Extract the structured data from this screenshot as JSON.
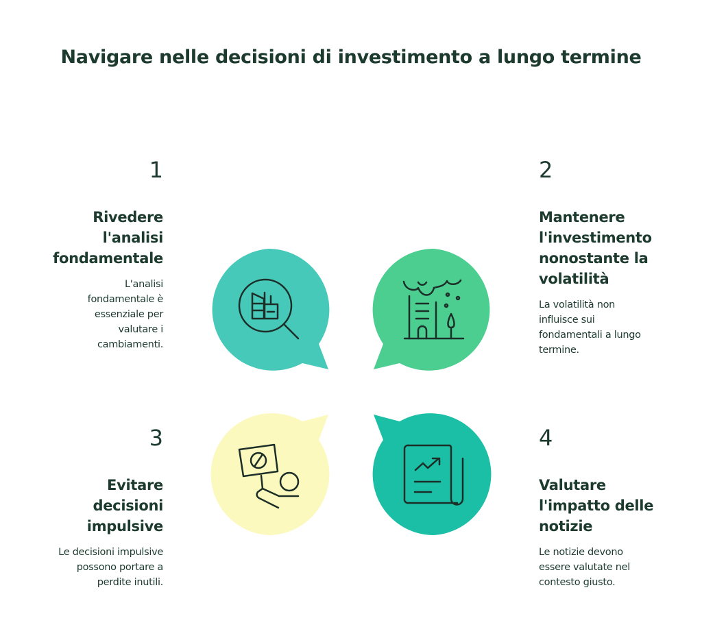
{
  "title": "Navigare nelle decisioni di investimento a lungo termine",
  "colors": {
    "step1": "#47c9ba",
    "step2": "#4bce90",
    "step3": "#fbf9bd",
    "step4": "#1bbfa5",
    "text": "#1c3a2e"
  },
  "steps": [
    {
      "number": "1",
      "heading": "Rivedere\nl'analisi\nfondamentale",
      "body": "L'analisi\nfondamentale è\nessenziale per\nvalutare i\ncambiamenti.",
      "icon": "magnifier-buildings-icon"
    },
    {
      "number": "2",
      "heading": "Mantenere\nl'investimento\nnonostante la\nvolatilità",
      "body": "La volatilità non\ninfluisce sui\nfondamentali a lungo\ntermine.",
      "icon": "building-storm-icon"
    },
    {
      "number": "3",
      "heading": "Evitare\ndecisioni\nimpulsive",
      "body": "Le decisioni impulsive\npossono portare a\nperdite inutili.",
      "icon": "protest-sign-icon"
    },
    {
      "number": "4",
      "heading": "Valutare\nl'impatto delle\nnotizie",
      "body": "Le notizie devono\nessere valutate nel\ncontesto giusto.",
      "icon": "newspaper-chart-icon"
    }
  ]
}
